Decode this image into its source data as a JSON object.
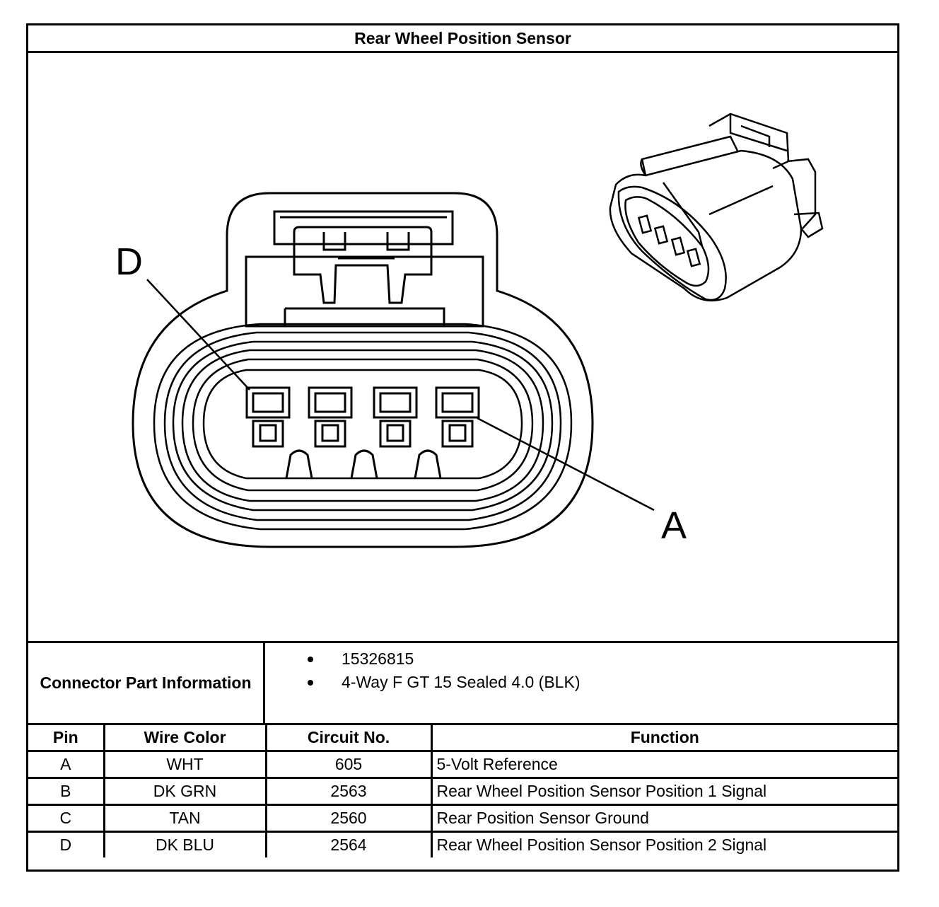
{
  "title": "Rear Wheel Position Sensor",
  "diagram": {
    "callout_d": "D",
    "callout_a": "A"
  },
  "connector_info": {
    "label": "Connector Part Information",
    "items": [
      "15326815",
      "4-Way F GT 15 Sealed 4.0 (BLK)"
    ]
  },
  "pin_table": {
    "headers": [
      "Pin",
      "Wire Color",
      "Circuit No.",
      "Function"
    ],
    "rows": [
      [
        "A",
        "WHT",
        "605",
        "5-Volt Reference"
      ],
      [
        "B",
        "DK GRN",
        "2563",
        "Rear Wheel Position Sensor Position 1 Signal"
      ],
      [
        "C",
        "TAN",
        "2560",
        "Rear Position Sensor Ground"
      ],
      [
        "D",
        "DK BLU",
        "2564",
        "Rear Wheel Position Sensor Position 2 Signal"
      ]
    ]
  }
}
